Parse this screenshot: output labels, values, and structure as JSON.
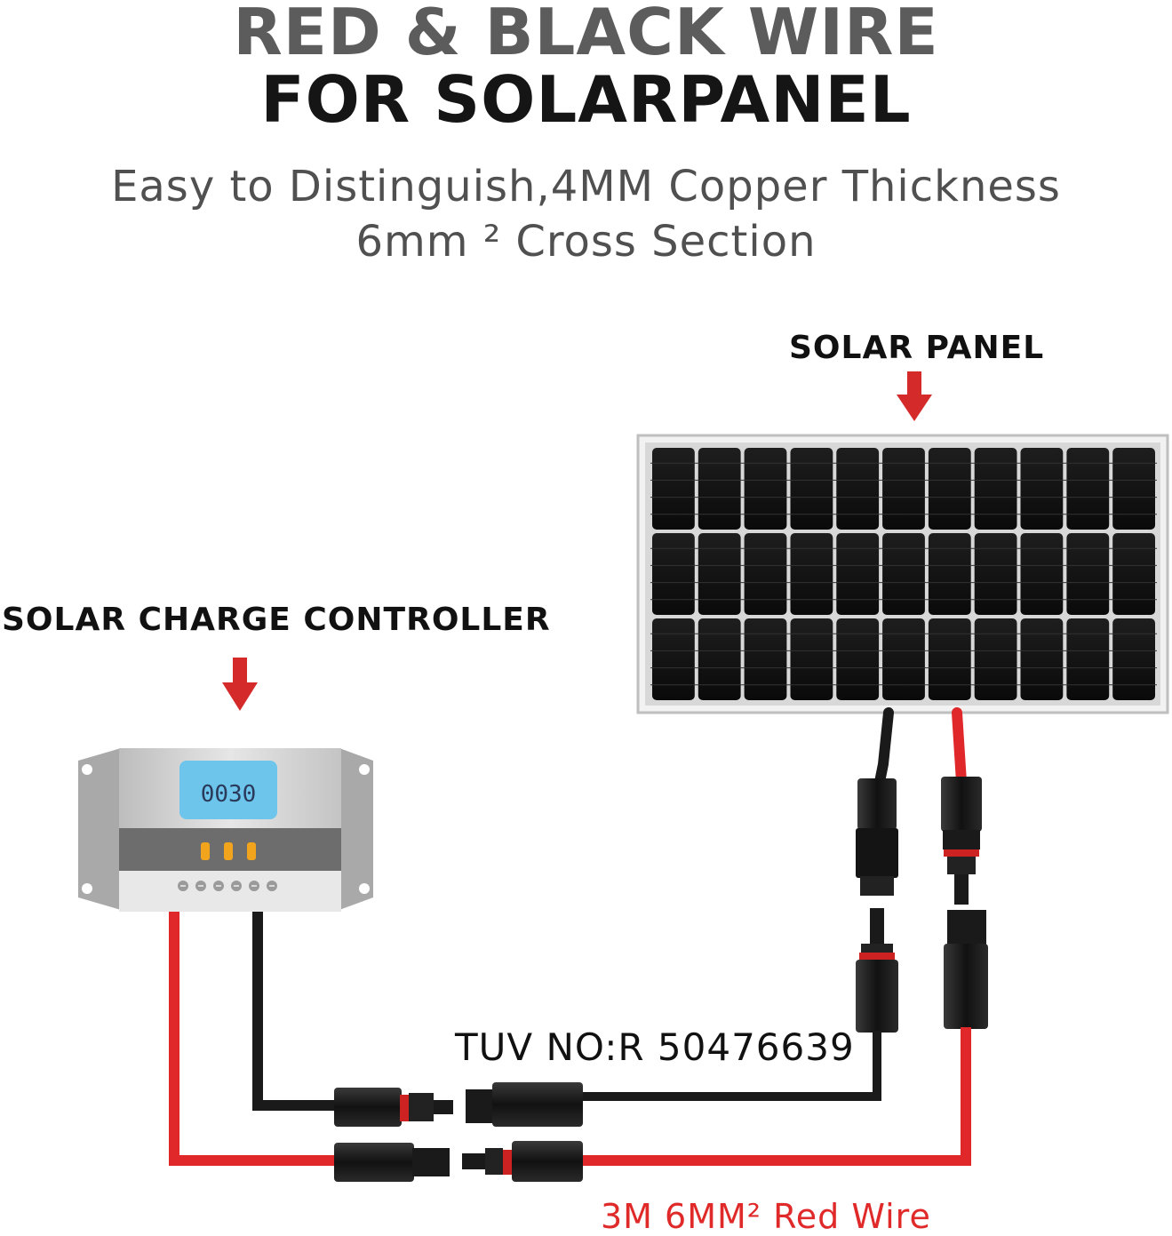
{
  "title": {
    "line1": "RED & BLACK WIRE",
    "line2": "FOR SOLARPANEL"
  },
  "subtitle": {
    "line1": "Easy to Distinguish,4MM Copper Thickness",
    "line2": "6mm ² Cross Section"
  },
  "labels": {
    "solar_panel": "SOLAR PANEL",
    "charge_controller": "SOLAR CHARGE CONTROLLER",
    "tuv": "TUV NO:R 50476639",
    "red_wire": "3M 6MM² Red Wire"
  },
  "controller": {
    "display": "0030"
  },
  "colors": {
    "red_wire": "#e0282b",
    "black_wire": "#1a1a1a",
    "arrow": "#d42a2a",
    "lcd": "#6ec5ec",
    "led": "#f2a41c"
  }
}
